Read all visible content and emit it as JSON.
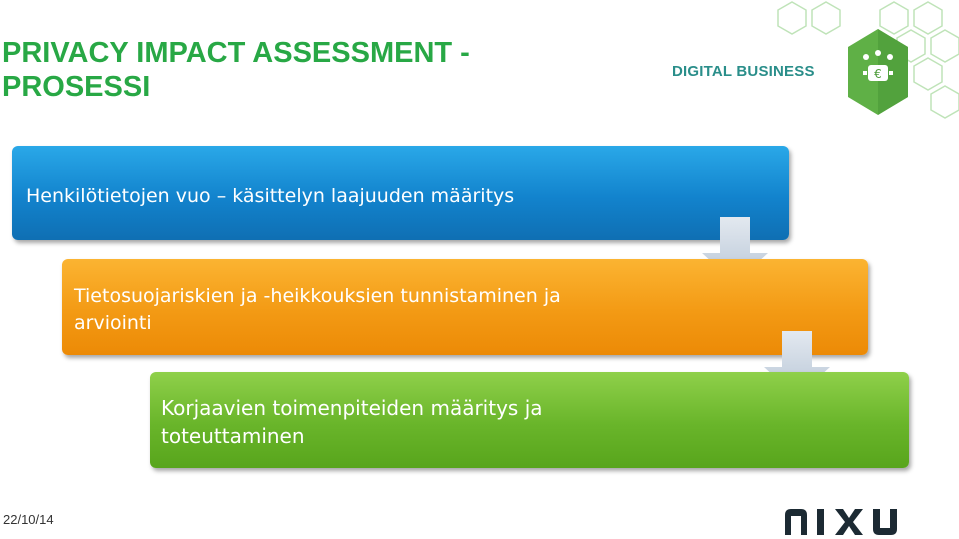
{
  "slide": {
    "title_line1": "PRIVACY IMPACT ASSESSMENT -",
    "title_line2": "PROSESSI",
    "brand": "DIGITAL BUSINESS",
    "date": "22/10/14",
    "logo_text": "nixu"
  },
  "steps": [
    {
      "text": "Henkilötietojen vuo – käsittelyn laajuuden määritys",
      "color": "#1a8fd8"
    },
    {
      "text_line1": "Tietosuojariskien ja -heikkouksien tunnistaminen ja",
      "text_line2": "arviointi",
      "color": "#f59e18"
    },
    {
      "text_line1": "Korjaavien toimenpiteiden määritys ja",
      "text_line2": "toteuttaminen",
      "color": "#6bb52c"
    }
  ],
  "colors": {
    "title_green": "#28a845",
    "brand_teal": "#2a8e8a",
    "arrow_gray": "#c5d0dc"
  },
  "icons": [
    "hex-pattern-icon",
    "euro-badge-icon",
    "down-arrow-icon",
    "nixu-logo"
  ]
}
